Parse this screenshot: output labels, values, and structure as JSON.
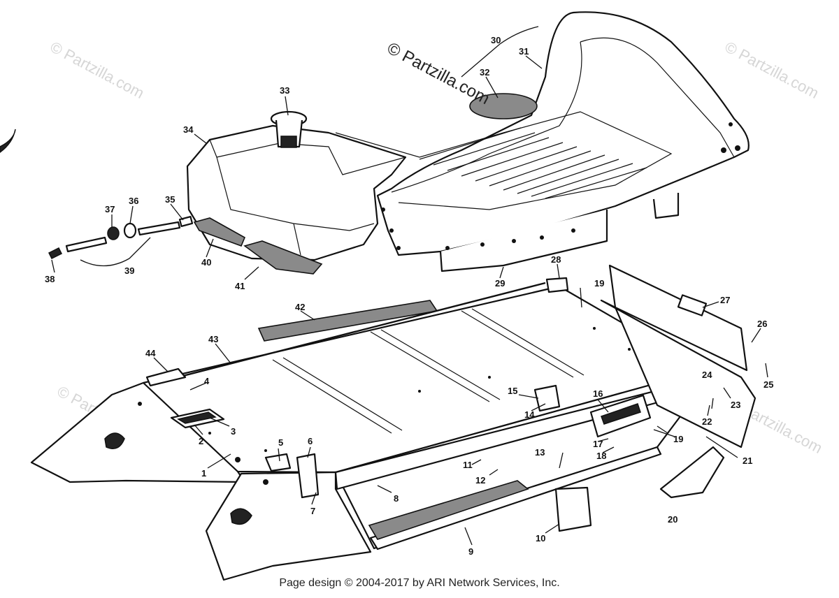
{
  "watermark_main": "© Partzilla.com",
  "watermark_faint": "© Partzilla.com",
  "footer": "Page design © 2004-2017 by ARI Network Services, Inc.",
  "callouts": [
    "1",
    "2",
    "3",
    "4",
    "5",
    "6",
    "7",
    "8",
    "9",
    "10",
    "11",
    "12",
    "13",
    "14",
    "15",
    "16",
    "17",
    "18",
    "19",
    "19",
    "20",
    "21",
    "22",
    "23",
    "24",
    "25",
    "26",
    "27",
    "28",
    "29",
    "30",
    "31",
    "32",
    "33",
    "34",
    "35",
    "36",
    "37",
    "38",
    "39",
    "40",
    "41",
    "42",
    "43",
    "44"
  ]
}
